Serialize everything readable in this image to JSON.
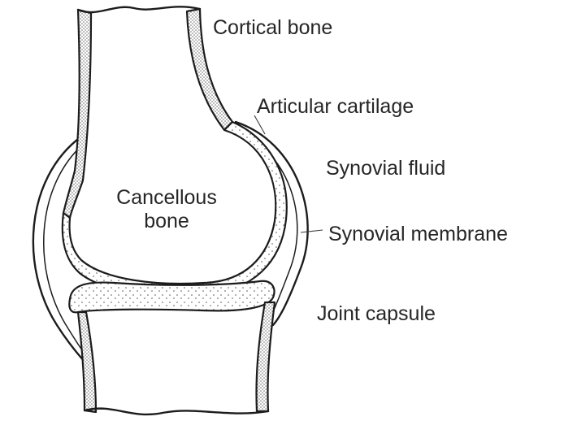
{
  "labels": {
    "cortical_bone": "Cortical bone",
    "articular_cartilage": "Articular cartilage",
    "synovial_fluid": "Synovial fluid",
    "synovial_membrane": "Synovial membrane",
    "joint_capsule": "Joint capsule",
    "cancellous_bone_line1": "Cancellous",
    "cancellous_bone_line2": "bone"
  },
  "colors": {
    "line": "#1c1c1c",
    "text": "#262626",
    "stipple": "#666666",
    "background": "#ffffff"
  }
}
